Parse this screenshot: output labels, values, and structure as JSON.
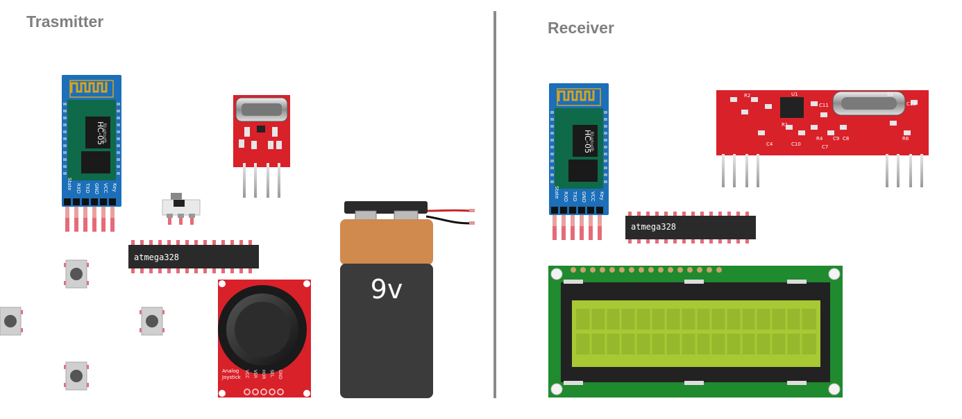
{
  "titles": {
    "transmitter": "Trasmitter",
    "receiver": "Receiver"
  },
  "components": {
    "bt_module": {
      "name": "HC-05",
      "sub": "Bluetooth",
      "pins": [
        "State",
        "RXD",
        "TXD",
        "GND",
        "VCC",
        "Key"
      ]
    },
    "mcu": {
      "label": "atmega328"
    },
    "battery": {
      "label": "9v"
    },
    "joystick": {
      "label_line1": "Analog",
      "label_line2": "Joystick",
      "pins": [
        "VCC",
        "VER",
        "HOR",
        "SEL",
        "GND"
      ]
    },
    "rf_receiver": {
      "labels": [
        "R2",
        "U1",
        "S1",
        "C12",
        "C11",
        "R1",
        "R4",
        "C9",
        "C10",
        "C7",
        "C8",
        "R6",
        "C4"
      ]
    }
  },
  "colors": {
    "bt_board": "#1c6fb8",
    "bt_chip": "#0f6a4a",
    "rf_board": "#d9212a",
    "lcd_board": "#1f8a2e",
    "lcd_screen": "#a7c934",
    "divider": "#8a8a8a",
    "battery_top": "#d08a4e",
    "battery_body": "#3b3b3b"
  }
}
